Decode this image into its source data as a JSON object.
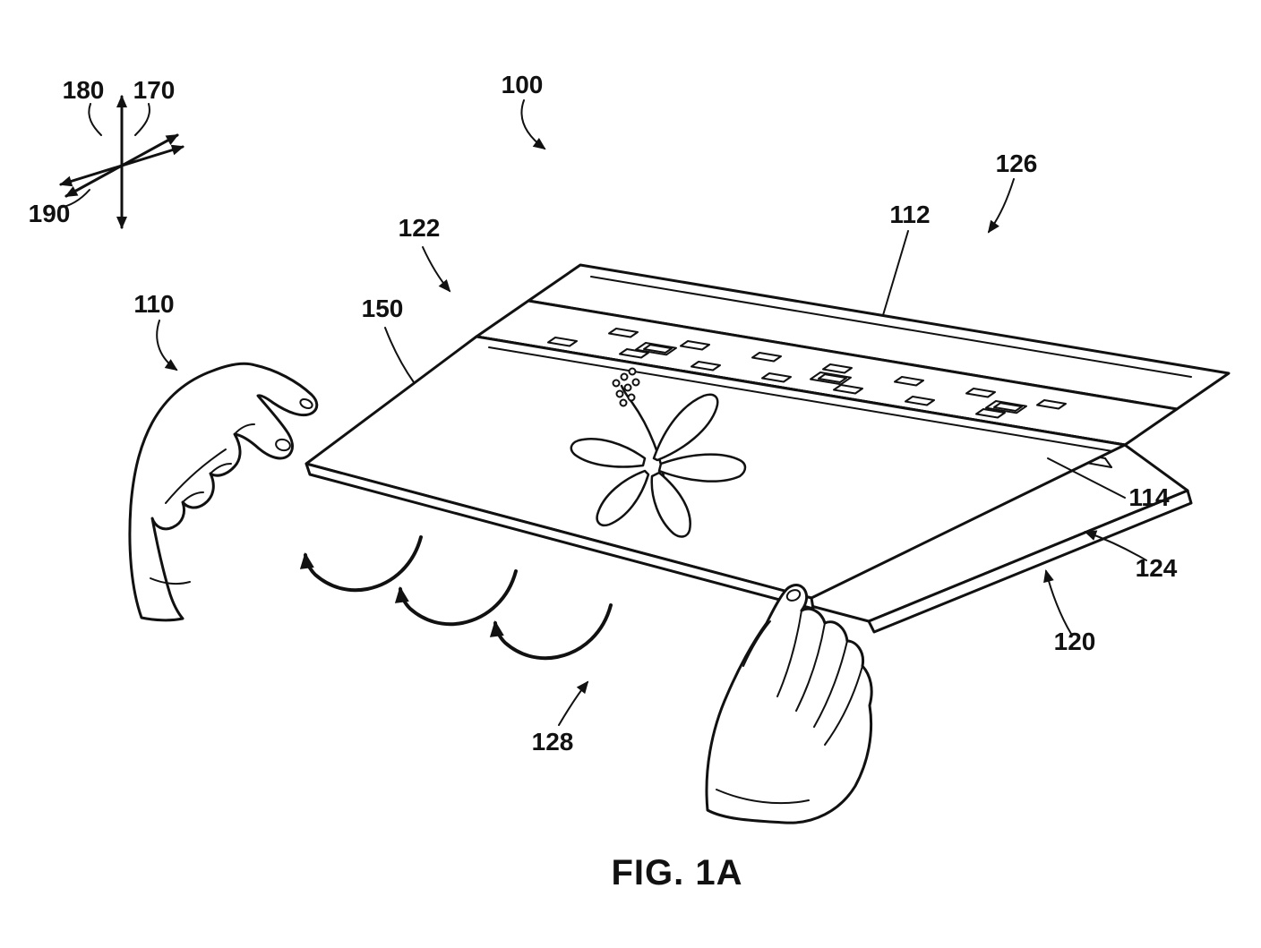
{
  "figure": {
    "caption": "FIG. 1A",
    "refs": {
      "r100": "100",
      "r110": "110",
      "r112": "112",
      "r114": "114",
      "r120": "120",
      "r122": "122",
      "r124": "124",
      "r126": "126",
      "r128": "128",
      "r150": "150",
      "r170": "170",
      "r180": "180",
      "r190": "190"
    },
    "colors": {
      "ink": "#111111",
      "background": "#ffffff"
    }
  }
}
